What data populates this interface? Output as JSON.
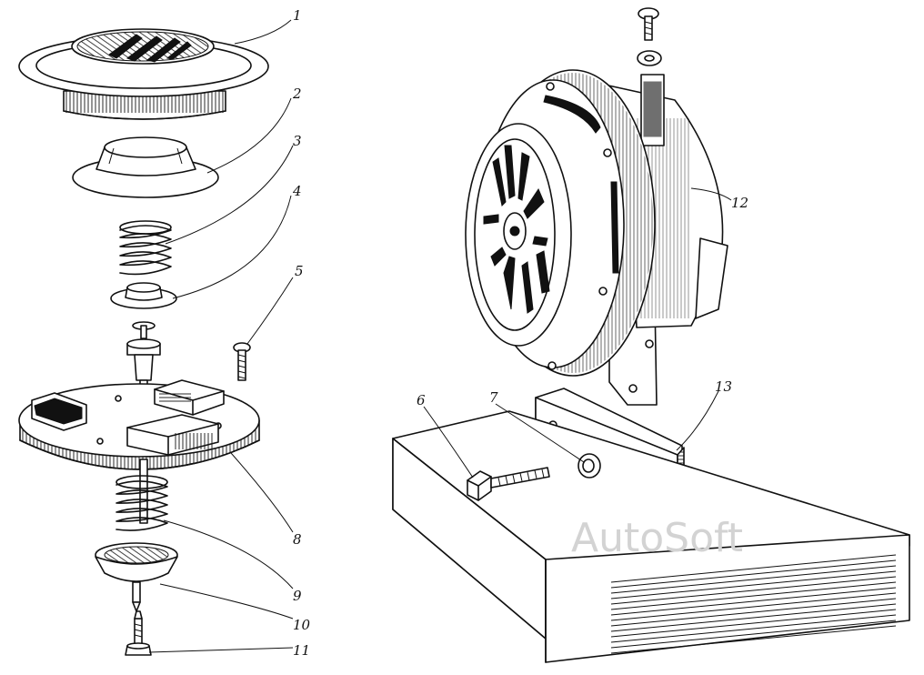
{
  "diagram": {
    "callouts": [
      "1",
      "2",
      "3",
      "4",
      "5",
      "6",
      "7",
      "8",
      "9",
      "10",
      "11",
      "12",
      "13"
    ],
    "watermark": "AutoSoft"
  }
}
